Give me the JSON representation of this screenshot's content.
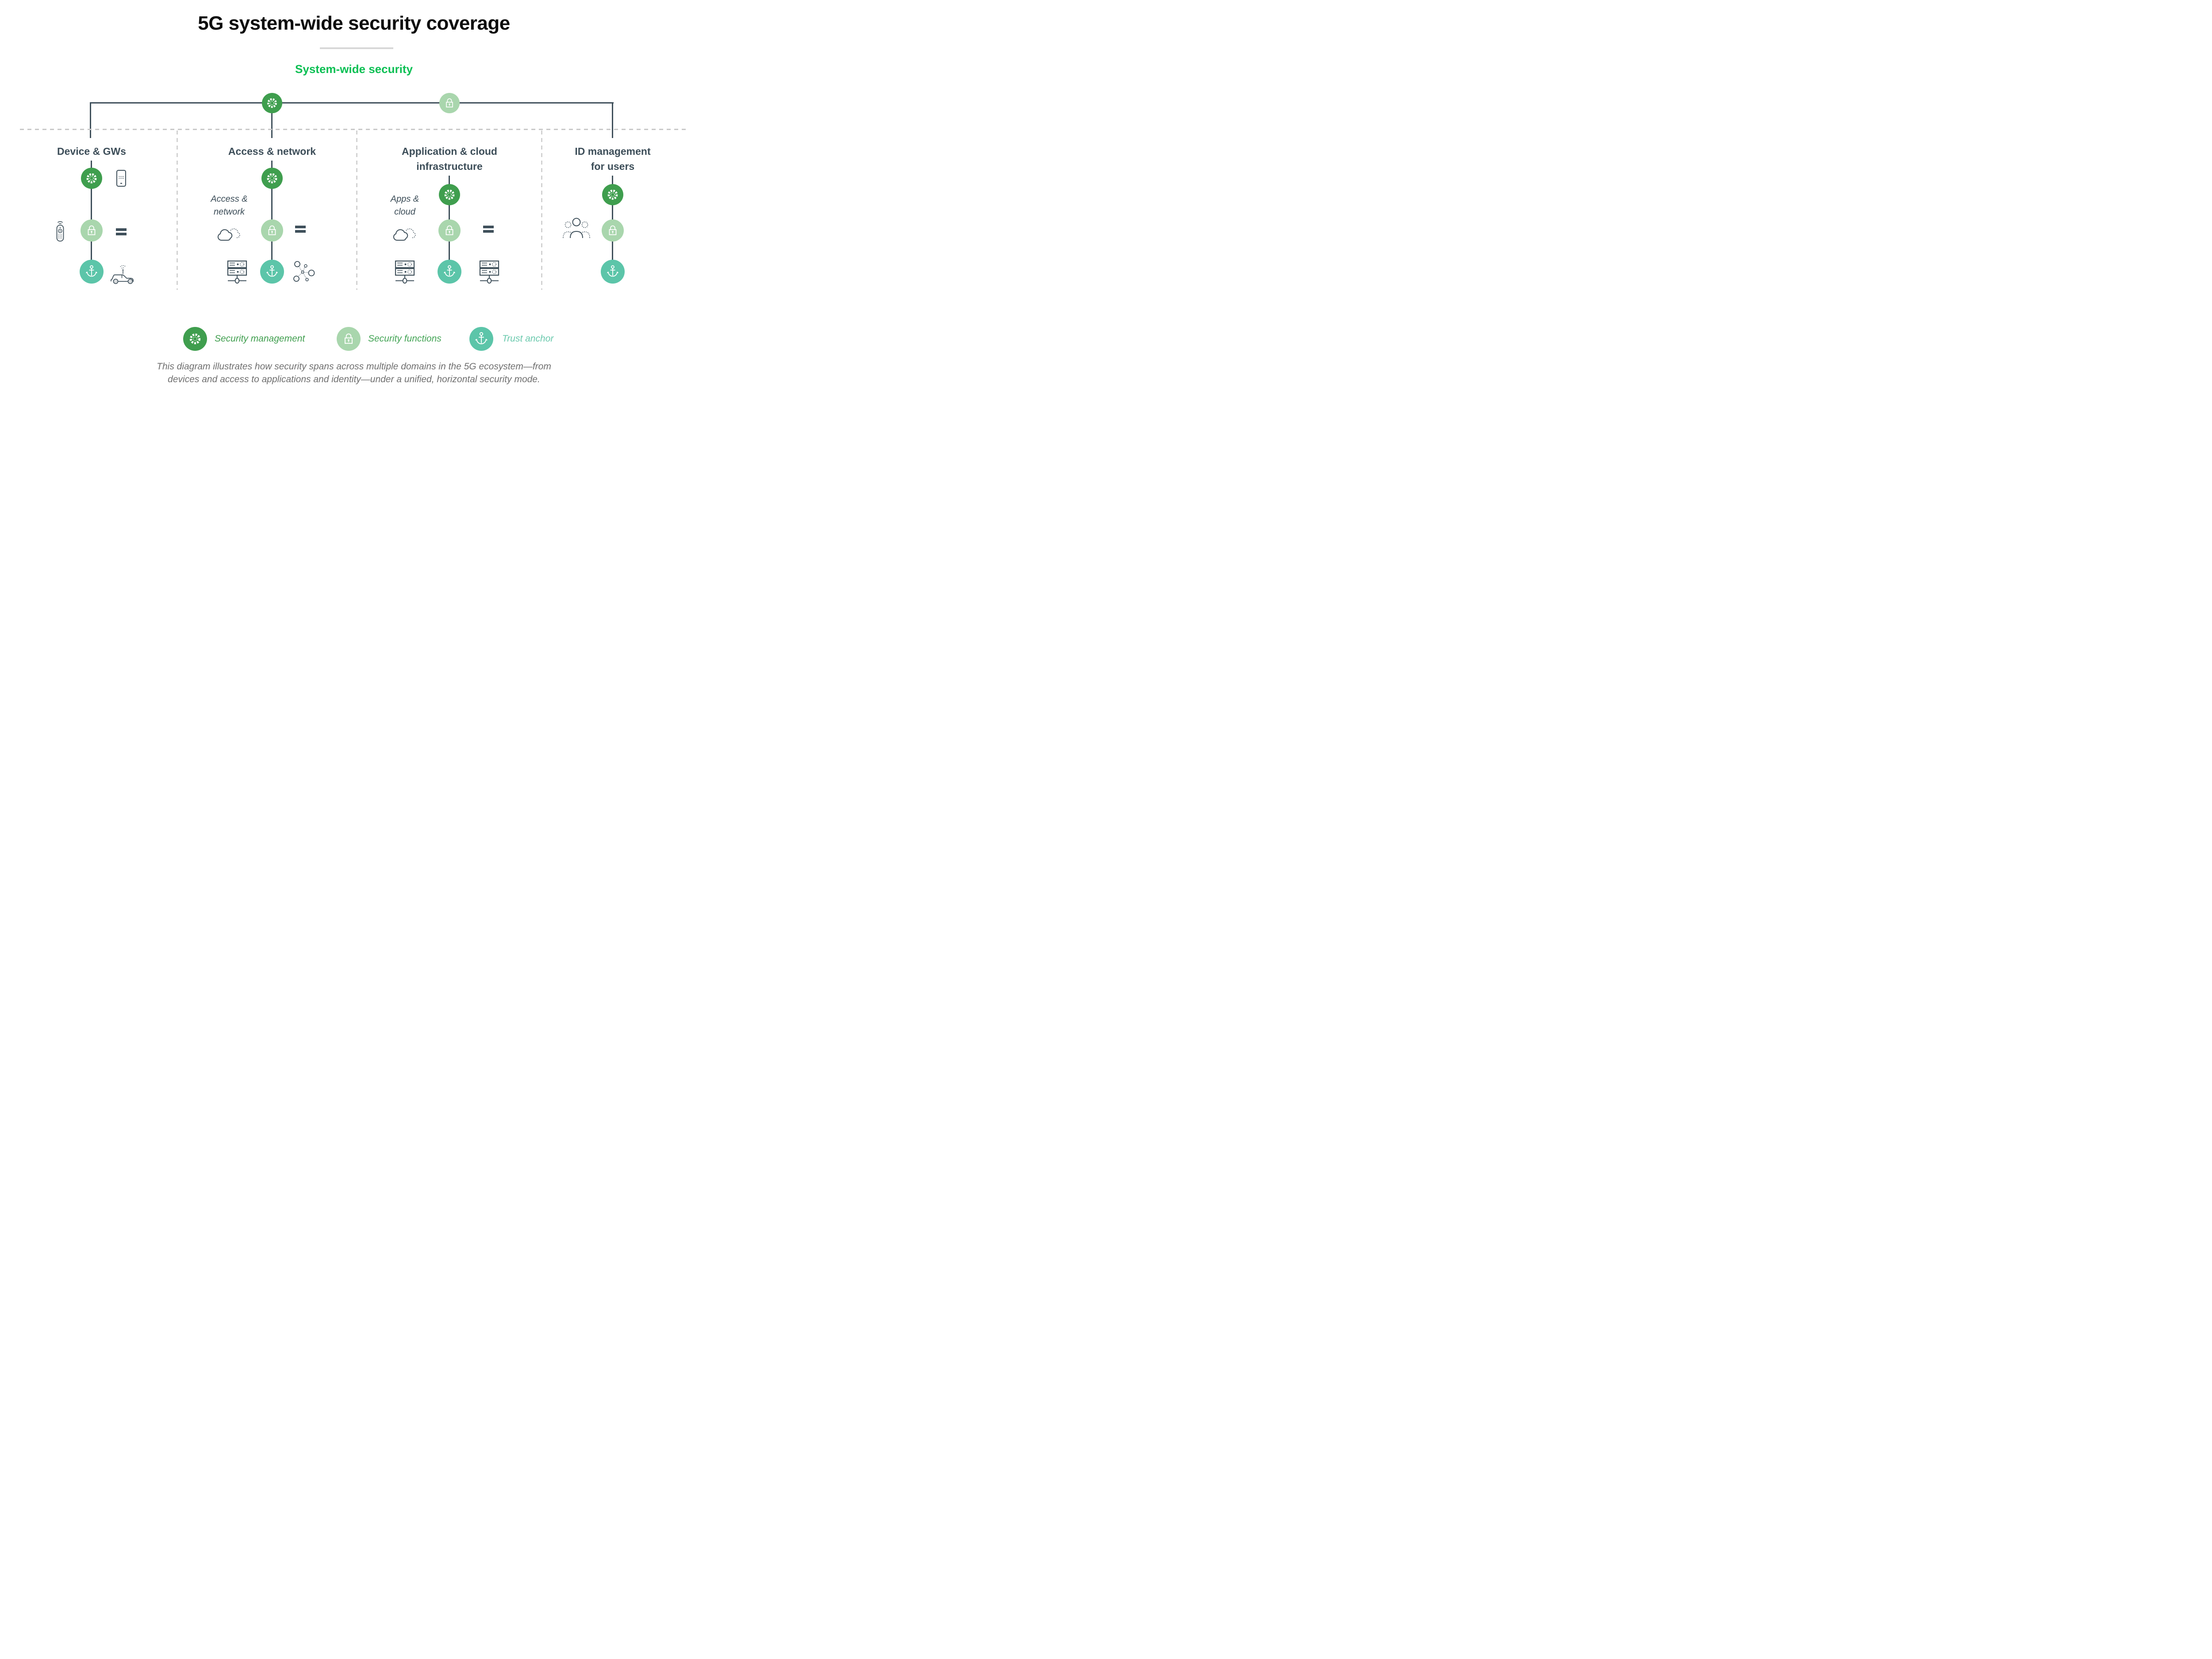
{
  "page": {
    "title": "5G system-wide security coverage",
    "subtitle": "System-wide security",
    "caption_lines": [
      "This diagram illustrates how security spans across multiple domains in the 5G ecosystem—from",
      "devices and access to applications and identity—under a unified, horizontal security mode."
    ]
  },
  "colors": {
    "security_management_green": "#3f9e4e",
    "security_functions_light_green": "#a9d6ad",
    "trust_anchor_teal": "#5cc5a9",
    "line_and_icon_slate": "#3f505b",
    "headline_green": "#0abf53",
    "title_black": "#0d0d0d",
    "caption_gray": "#6f6f6f",
    "dotted_line_gray": "#c9c9c9"
  },
  "columns": [
    {
      "title_lines": [
        "Device & GWs"
      ],
      "side_label_lines": []
    },
    {
      "title_lines": [
        "Access & network"
      ],
      "side_label_lines": [
        "Access &",
        "network"
      ]
    },
    {
      "title_lines": [
        "Application & cloud",
        "infrastructure"
      ],
      "side_label_lines": [
        "Apps &",
        "cloud"
      ]
    },
    {
      "title_lines": [
        "ID management",
        "for users"
      ],
      "side_label_lines": []
    }
  ],
  "legend": [
    {
      "label": "Security management",
      "icon": "cog-icon"
    },
    {
      "label": "Security functions",
      "icon": "lock-icon"
    },
    {
      "label": "Trust anchor",
      "icon": "anchor-icon"
    }
  ]
}
